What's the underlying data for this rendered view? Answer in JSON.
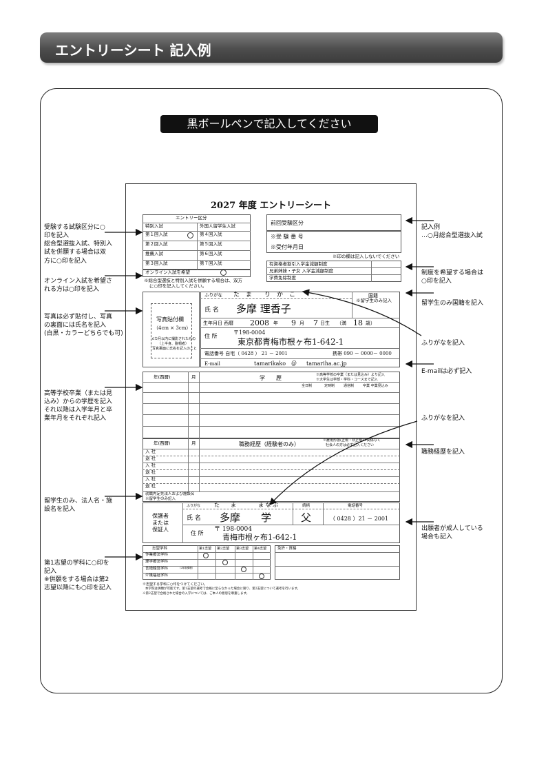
{
  "header": {
    "title": "エントリーシート 記入例"
  },
  "notice": "黒ボールペンで記入してください",
  "form": {
    "title": "2027 年度 エントリーシート",
    "entry": {
      "heading": "エントリー区分",
      "left_head": "特別入試",
      "right_head": "外国人留学生入試",
      "left_rows": [
        "第１回入試",
        "第２回入試",
        "推薦入試",
        "第３回入試"
      ],
      "right_rows": [
        "第４回入試",
        "第５回入試",
        "第６回入試",
        "第７回入試"
      ],
      "online": "オンライン入試を希望",
      "note1": "※総合型選抜と特別入試を併願する場合は、双方",
      "note2": "に○印を記入してください。"
    },
    "prev": {
      "label": "前回受験区分",
      "exam_no": "※受 験 番 号",
      "date": "※受付年月日",
      "note": "※印の欄は記入しないでください"
    },
    "scholar": {
      "rows": [
        "有資格者割引入学金減額制度",
        "兄弟姉妹・子女 入学金減額制度",
        "学費免除制度"
      ]
    },
    "photo": {
      "label": "写真貼付欄",
      "size": "（4cm × 3cm）",
      "note1": "6カ月以内に撮影されたもの",
      "note2": "（上半身、脱帽者）",
      "note3": "写真裏面に氏名を記入のこと"
    },
    "person": {
      "furigana_label": "ふりがな",
      "furigana": "た　ま　　り　か　こ",
      "name_label": "氏 名",
      "name": "多摩 理香子",
      "nationality_label": "国籍",
      "nationality_note": "※留学生のみ記入",
      "birth_label": "生年月日 西暦",
      "birth_year": "2008",
      "y": "年",
      "birth_month": "9",
      "m": "月",
      "birth_day": "7",
      "d": "日生",
      "age_open": "（満",
      "age": "18",
      "age_close": "歳）",
      "addr_label": "住 所",
      "zip": "〒198-0004",
      "address": "東京都青梅市根ヶ布1-642-1",
      "tel_label": "電話番号 自宅（ 0428 ） 21 － 2001",
      "mobile": "携帯 090 － 0000－ 0000",
      "email_label": "E-mail",
      "email_user": "tamarikako",
      "at": "＠",
      "email_domain": "tamariha.ac.jp"
    },
    "edu": {
      "year_head": "年(西暦)",
      "month_head": "月",
      "head": "学　　歴",
      "note1": "※高等学校の卒業（または見込み）より記入",
      "note2": "※大学生は学部・学科・コースまで記入",
      "status": [
        "全日制",
        "定時制",
        "通信制",
        "卒業 卒業見込み"
      ]
    },
    "work": {
      "year_head": "年(西暦)",
      "month_head": "月",
      "head": "職務経歴（経験者のみ）",
      "note1": "※雇用形態(正規・非正規)に関係なく",
      "note2": "社会人の方は必ず記入ください",
      "rows": [
        "入 社",
        "退 社",
        "入 社",
        "退 社",
        "入 社",
        "退 社"
      ],
      "employer1": "就職内定先法人および施設名",
      "employer2": "※留学生のみ記入"
    },
    "guardian": {
      "label1": "保護者",
      "label2": "または",
      "label3": "保証人",
      "furigana_label": "ふりがな",
      "furigana": "た　　ま　　　　ま な ぶ",
      "rel_label": "続柄",
      "tel_head": "電話番号",
      "name_label": "氏 名",
      "name": "多摩　　学",
      "rel": "父",
      "tel": "（ 0428 ）21 － 2001",
      "addr_label": "住 所",
      "zip": "〒 198-0004",
      "address": "青梅市根ヶ布1-642-1"
    },
    "wish": {
      "head": "志望学科",
      "cols": [
        "第1志望",
        "第2志望",
        "第3志望",
        "第4志望"
      ],
      "rows": [
        "作業療法学科",
        "理学療法学科",
        "言語聴覚学科",
        "介護福祉学科"
      ],
      "sub": "（2年制課程）",
      "license": "免許・資格"
    },
    "footer": {
      "line1": "※志望する学科に○印をつけてください。",
      "line2": "本学院は併願が可能です。第1志望の選考で合格に至らなかった場合に限り、第2志望について選考を行います。",
      "line3": "※第2志望で合格された場合の入学については、ご本人の意思を尊重します。"
    }
  },
  "notes": {
    "left1": [
      "受験する試験区分に○",
      "印を記入",
      "総合型選抜入試、特別入",
      "試を併願する場合は双",
      "方に○印を記入"
    ],
    "left2": [
      "オンライン入試を希望さ",
      "れる方は○印を記入"
    ],
    "left3": [
      "写真は必ず貼付し、写真",
      "の裏面には氏名を記入",
      "(白黒・カラーどちらでも可)"
    ],
    "left4": [
      "高等学校卒業（または見",
      "込み）からの学歴を記入",
      "それ以降は入学年月と卒",
      "業年月をそれぞれ記入"
    ],
    "left5": [
      "留学生のみ、法人名・施",
      "設名を記入"
    ],
    "left6": [
      "第1志望の学科に○印を",
      "記入",
      "※併願をする場合は第2",
      "志望以降にも○印を記入"
    ],
    "right1": [
      "記入例",
      "…○月総合型選抜入試"
    ],
    "right2": [
      "制度を希望する場合は",
      "○印を記入"
    ],
    "right3": [
      "留学生のみ国籍を記入"
    ],
    "right4": [
      "ふりがなを記入"
    ],
    "right5": [
      "E-mailは必ず記入"
    ],
    "right6": [
      "ふりがなを記入"
    ],
    "right7": [
      "職務経歴を記入"
    ],
    "right8": [
      "出願者が成人している",
      "場合も記入"
    ]
  }
}
